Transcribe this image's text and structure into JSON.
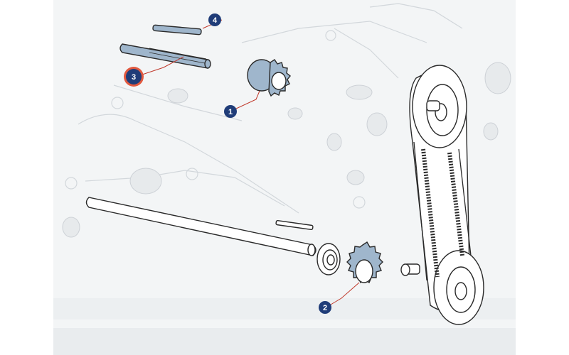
{
  "diagram": {
    "callouts": [
      {
        "id": "1",
        "label": "1",
        "color": "#1f3c78",
        "ring": "#1f3c78"
      },
      {
        "id": "2",
        "label": "2",
        "color": "#1f3c78",
        "ring": "#1f3c78"
      },
      {
        "id": "3",
        "label": "3",
        "color": "#1f3c78",
        "ring": "#e2593f"
      },
      {
        "id": "4",
        "label": "4",
        "color": "#1f3c78",
        "ring": "#1f3c78"
      }
    ],
    "colors": {
      "sheet": "#f4f6f7",
      "part_highlight": "#9fb6cc",
      "line": "#2a2a2a",
      "ghost": "#cfd4d9",
      "callout_line": "#c0392b"
    }
  }
}
